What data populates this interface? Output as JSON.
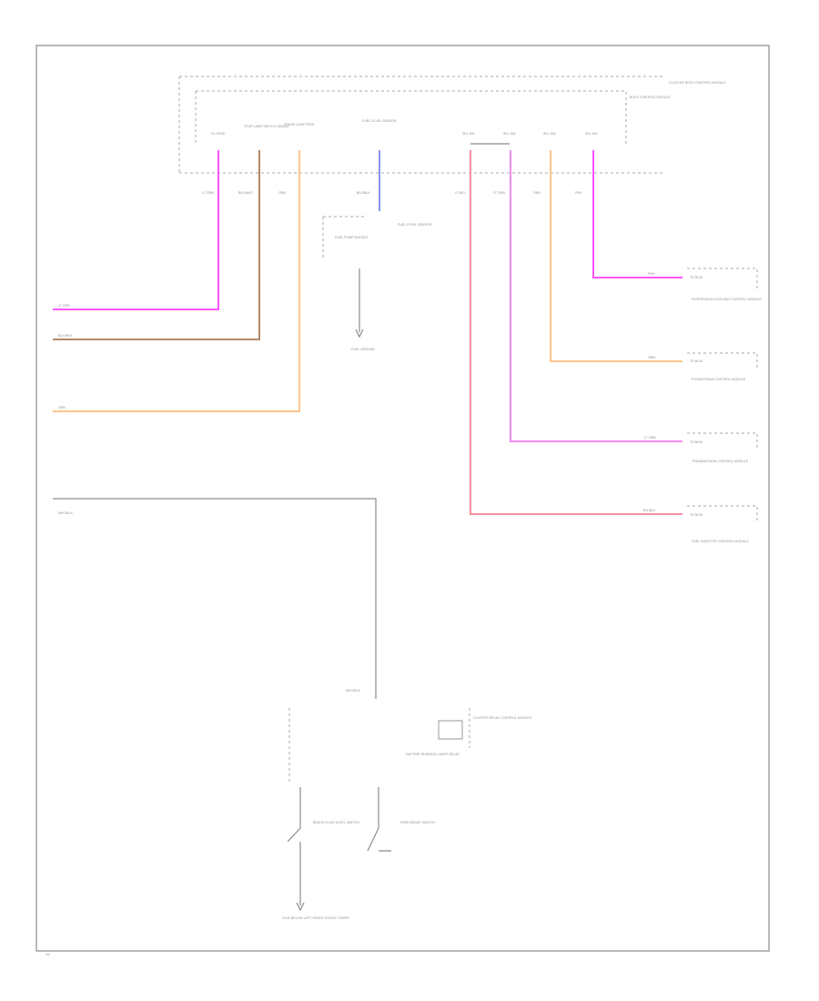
{
  "colors": {
    "background": "#ffffff",
    "frame": "#9a9a9a",
    "wire_pink": "#ff55ff",
    "wire_brown": "#b0896b",
    "wire_orange": "#ffc48c",
    "wire_blue": "#8894ee",
    "wire_salmon": "#f5909a",
    "wire_gray": "#8c8c8c"
  },
  "labels": {
    "module_top": "CLUSTER BODY CONTROL MODULE",
    "module_top_side": "BODY CONTROL MODULE",
    "col1": "ILL FEED",
    "col2": "STOP LAMP SWITCH SIGNAL",
    "col3": "TRANS LAMP FEED",
    "col4": "FUEL LEVEL SENSOR",
    "col5": "SEL SW",
    "col6": "SEL SW",
    "col7": "SEL SW",
    "col8": "SEL SW",
    "wire1": "LT GRN",
    "wire2": "BLK/WHT",
    "wire3": "ORN",
    "wire4": "BLU/BLK",
    "wire5": "LT BLU",
    "wire6": "LT GRN",
    "wire7": "ORN",
    "wire8": "PNK",
    "left1": "LT GRN",
    "left2": "BLK/WHT",
    "left3": "ORN",
    "left4": "WHT/BLK",
    "fuel_sensor": "FUEL LEVEL SENSOR",
    "fuel_pump": "FUEL PUMP MODULE",
    "fuel_ground": "FUEL GROUND",
    "right1": "SUSPENSION LEVELING CONTROL MODULE",
    "right2": "POWERTRAIN CONTROL MODULE",
    "right3": "TRANSMISSION CONTROL MODULE",
    "right4": "FUEL INJECTOR CONTROL MODULE",
    "right1_wire": "PNK",
    "right2_wire": "ORN",
    "right3_wire": "LT GRN",
    "right4_wire": "YEL/BLK",
    "conn": "TO BCM",
    "relay_module": "CLUSTER RELAY CONTROL MODULE",
    "relay_note": "DAYTIME RUNNING LAMPS RELAY",
    "bottom_wire": "WHT/BLK",
    "switch1": "BRAKE FLUID LEVEL SWITCH",
    "switch2": "PARK BRAKE SWITCH",
    "ground_bottom": "G101 BELOW LEFT FRONT SHOCK TOWER",
    "page_id": "1/2"
  }
}
